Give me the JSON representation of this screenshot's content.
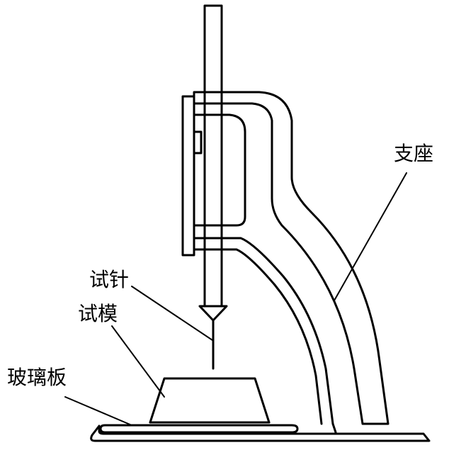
{
  "labels": {
    "needle": "试针",
    "mold": "试模",
    "glass_plate": "玻璃板",
    "stand": "支座"
  }
}
